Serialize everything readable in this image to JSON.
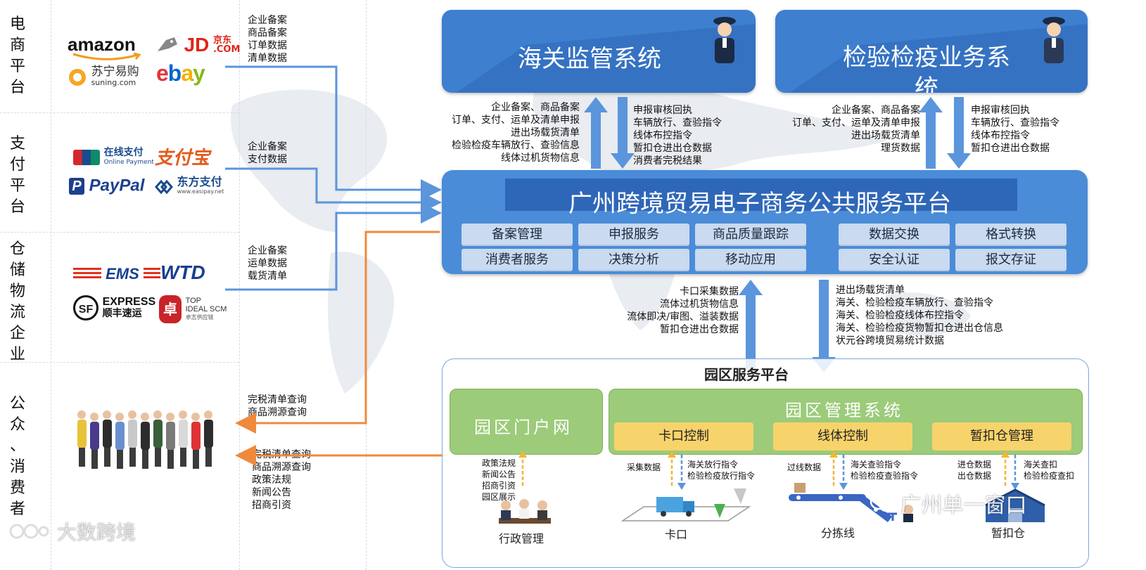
{
  "rows": [
    {
      "label": "电\n商\n平\n台"
    },
    {
      "label": "支\n付\n平\n台"
    },
    {
      "label": "仓\n储\n物\n流\n企\n业"
    },
    {
      "label": "公\n众\n、\n消\n费\n者"
    }
  ],
  "logos": {
    "amazon": "amazon",
    "jd": "JD",
    "jd_cn": "京东",
    "jd_com": ".COM",
    "suning": "苏宁易购",
    "suning_sub": "suning.com",
    "ebay": "ebay",
    "unionpay": "在线支付",
    "unionpay_sub": "Online Payment",
    "alipay": "支付宝",
    "paypal": "PayPal",
    "easipay": "东方支付",
    "easipay_sub": "www.easipay.net",
    "ems": "EMS",
    "wtd": "WTD",
    "sf": "EXPRESS",
    "sf_cn": "顺丰速运",
    "topideal": "TOP\nIDEAL SCM",
    "topideal_sub": "卓志供应链"
  },
  "left_notes": {
    "ecommerce": "企业备案\n商品备案\n订单数据\n清单数据",
    "payment": "企业备案\n支付数据",
    "logistics": "企业备案\n运单数据\n载货清单",
    "consumer_1": "完税清单查询\n商品溯源查询",
    "consumer_2": "完税清单查询\n商品溯源查询\n政策法规\n新闻公告\n招商引资"
  },
  "customs": {
    "title": "海关监管系统",
    "up_note": "企业备案、商品备案\n订单、支付、运单及清单申报\n进出场载货清单\n检验检疫车辆放行、查验信息\n线体过机货物信息",
    "down_note": "申报审核回执\n车辆放行、查验指令\n线体布控指令\n暂扣仓进出仓数据\n消费者完税结果"
  },
  "inspection": {
    "title": "检验检疫业务系统",
    "up_note": "企业备案、商品备案\n订单、支付、运单及清单申报\n进出场载货清单\n理货数据",
    "down_note": "申报审核回执\n车辆放行、查验指令\n线体布控指令\n暂扣仓进出仓数据"
  },
  "platform": {
    "title": "广州跨境贸易电子商务公共服务平台",
    "modules_left": [
      "备案管理",
      "申报服务",
      "商品质量跟踪",
      "消费者服务",
      "决策分析",
      "移动应用"
    ],
    "modules_right": [
      "数据交换",
      "格式转换",
      "安全认证",
      "报文存证"
    ],
    "up_note": "卡口采集数据\n流体过机货物信息\n流体即决/审图、溢装数据\n暂扣仓进出仓数据",
    "down_note": "进出场载货清单\n海关、检验检疫车辆放行、查验指令\n海关、检验检疫线体布控指令\n海关、检验检疫货物暂扣仓进出仓信息\n状元谷跨境贸易统计数据"
  },
  "park": {
    "title": "园区服务平台",
    "portal": "园区门户网",
    "mgmt": "园区管理系统",
    "subs": [
      "卡口控制",
      "线体控制",
      "暂扣仓管理"
    ],
    "portal_note": "政策法规\n新闻公告\n招商引资\n园区展示",
    "gate_up": "采集数据",
    "gate_down": "海关放行指令\n检验检疫放行指令",
    "line_up": "过线数据",
    "line_down": "海关查验指令\n检验检疫查验指令",
    "ware_up": "进仓数据\n出仓数据",
    "ware_down": "海关查扣\n检验检疫查扣",
    "cap_admin": "行政管理",
    "cap_gate": "卡口",
    "cap_line": "分拣线",
    "cap_ware": "暂扣仓"
  },
  "watermarks": {
    "wechat": "广州单一窗口",
    "brand": "大数跨境"
  },
  "colors": {
    "blue_box": "#3f7fd0",
    "platform": "#4a8cd8",
    "arrow_blue": "#5b95dc",
    "arrow_orange": "#ef8a3c",
    "green": "#9ccb7a",
    "yellow": "#f7d36b"
  }
}
